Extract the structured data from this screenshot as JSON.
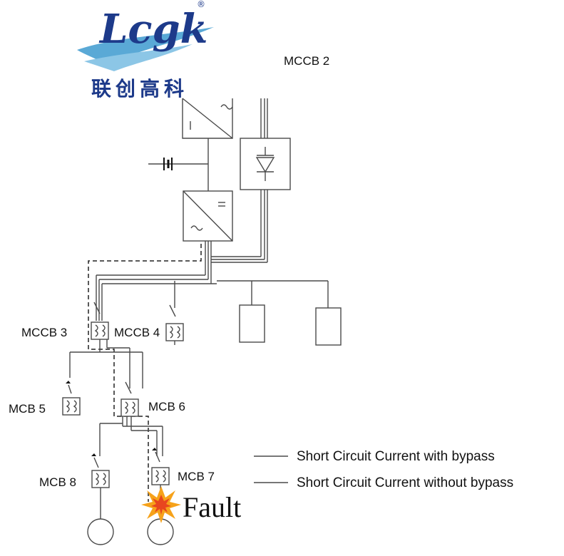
{
  "logo": {
    "text": "Lcgk",
    "reg_mark": "®",
    "cn_text": "联创高科",
    "colors": {
      "primary": "#1d3a8a",
      "swoosh": "#5aa9d6"
    }
  },
  "labels": {
    "mccb2": "MCCB 2",
    "mccb3": "MCCB 3",
    "mccb4": "MCCB 4",
    "mcb5": "MCB 5",
    "mcb6": "MCB 6",
    "mcb7": "MCB 7",
    "mcb8": "MCB 8",
    "fault": "Fault"
  },
  "legend": {
    "with_bypass": "Short Circuit Current with bypass",
    "without_bypass": "Short Circuit Current without bypass"
  },
  "icons": {
    "fault": "explosion-icon",
    "battery": "battery-icon",
    "thyristor": "thyristor-icon"
  },
  "colors": {
    "line": "#4a4a4a",
    "fault_outer": "#f6a21a",
    "fault_inner": "#e8461f"
  }
}
